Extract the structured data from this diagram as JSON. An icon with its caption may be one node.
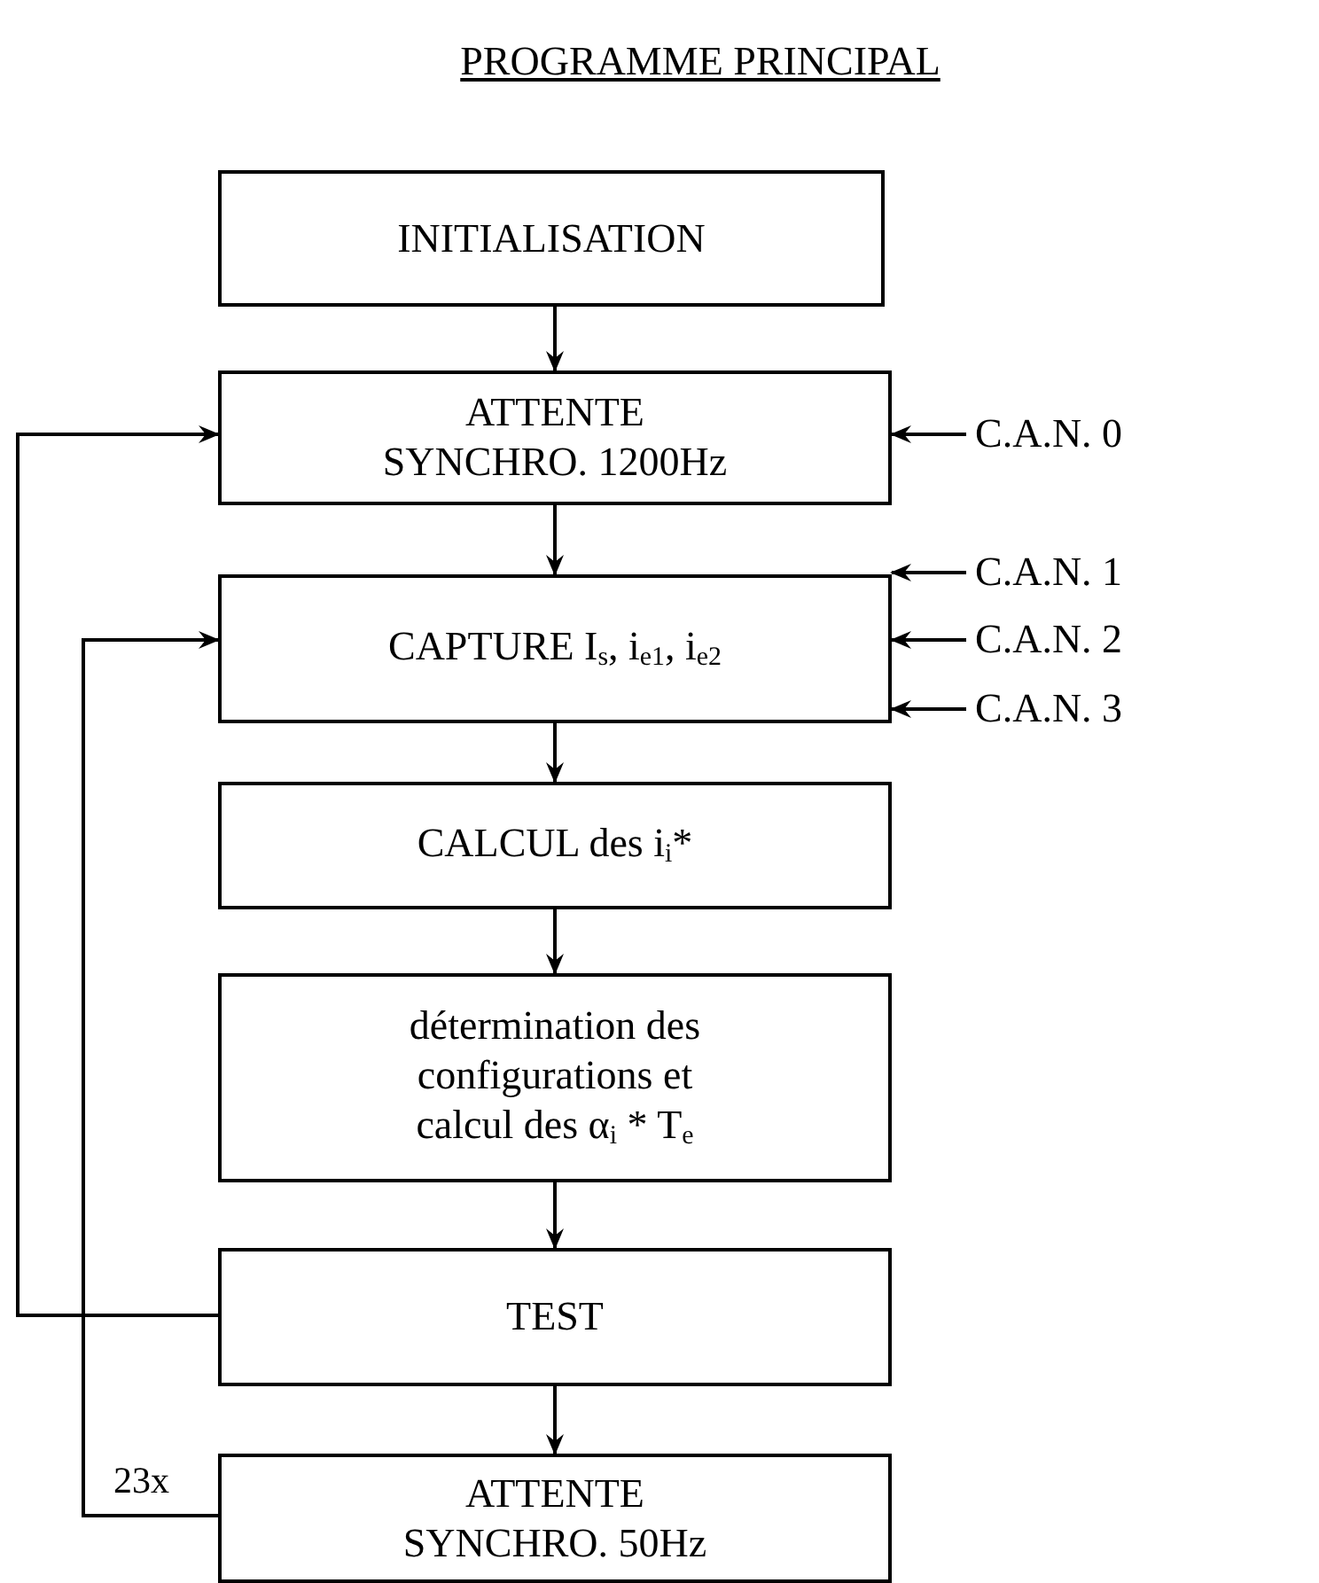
{
  "diagram": {
    "title": "PROGRAMME PRINCIPAL",
    "nodes": [
      {
        "text": [
          "INITIALISATION"
        ]
      },
      {
        "text": [
          "ATTENTE SYNCHRO. 1200Hz"
        ]
      },
      {
        "text": [
          "CAPTURE I$_{s}$, i$_{e1}$, i$_{e2}$"
        ]
      },
      {
        "text": [
          "CALCUL des i$_{i}$*"
        ]
      },
      {
        "text": [
          "détermination des configurations et calcul des α$_{i}$ * T$_{e}$"
        ]
      },
      {
        "text": [
          "TEST"
        ]
      },
      {
        "text": [
          "ATTENTE SYNCHRO. 50Hz"
        ]
      },
      {
        "text": [
          "C.A.N. 0"
        ]
      },
      {
        "text": [
          "C.A.N. 1"
        ]
      },
      {
        "text": [
          "C.A.N. 2"
        ]
      },
      {
        "text": [
          "C.A.N. 3"
        ]
      }
    ],
    "edges": [
      {
        "from": 0,
        "to": 1,
        "arrow": "to"
      },
      {
        "from": 1,
        "to": 2,
        "arrow": "to"
      },
      {
        "from": 2,
        "to": 3,
        "arrow": "to"
      },
      {
        "from": 3,
        "to": 4,
        "arrow": "to"
      },
      {
        "from": 4,
        "to": 5,
        "arrow": "to"
      },
      {
        "from": 5,
        "to": 6,
        "arrow": "to"
      },
      {
        "from": 7,
        "to": 1,
        "arrow": "to"
      },
      {
        "from": 8,
        "to": 2,
        "arrow": "to"
      },
      {
        "from": 9,
        "to": 2,
        "arrow": "to"
      },
      {
        "from": 10,
        "to": 2,
        "arrow": "to"
      },
      {
        "from": 5,
        "to": 1,
        "arrow": "to"
      },
      {
        "from": 6,
        "to": 2,
        "arrow": "to",
        "label": "23x"
      }
    ]
  }
}
